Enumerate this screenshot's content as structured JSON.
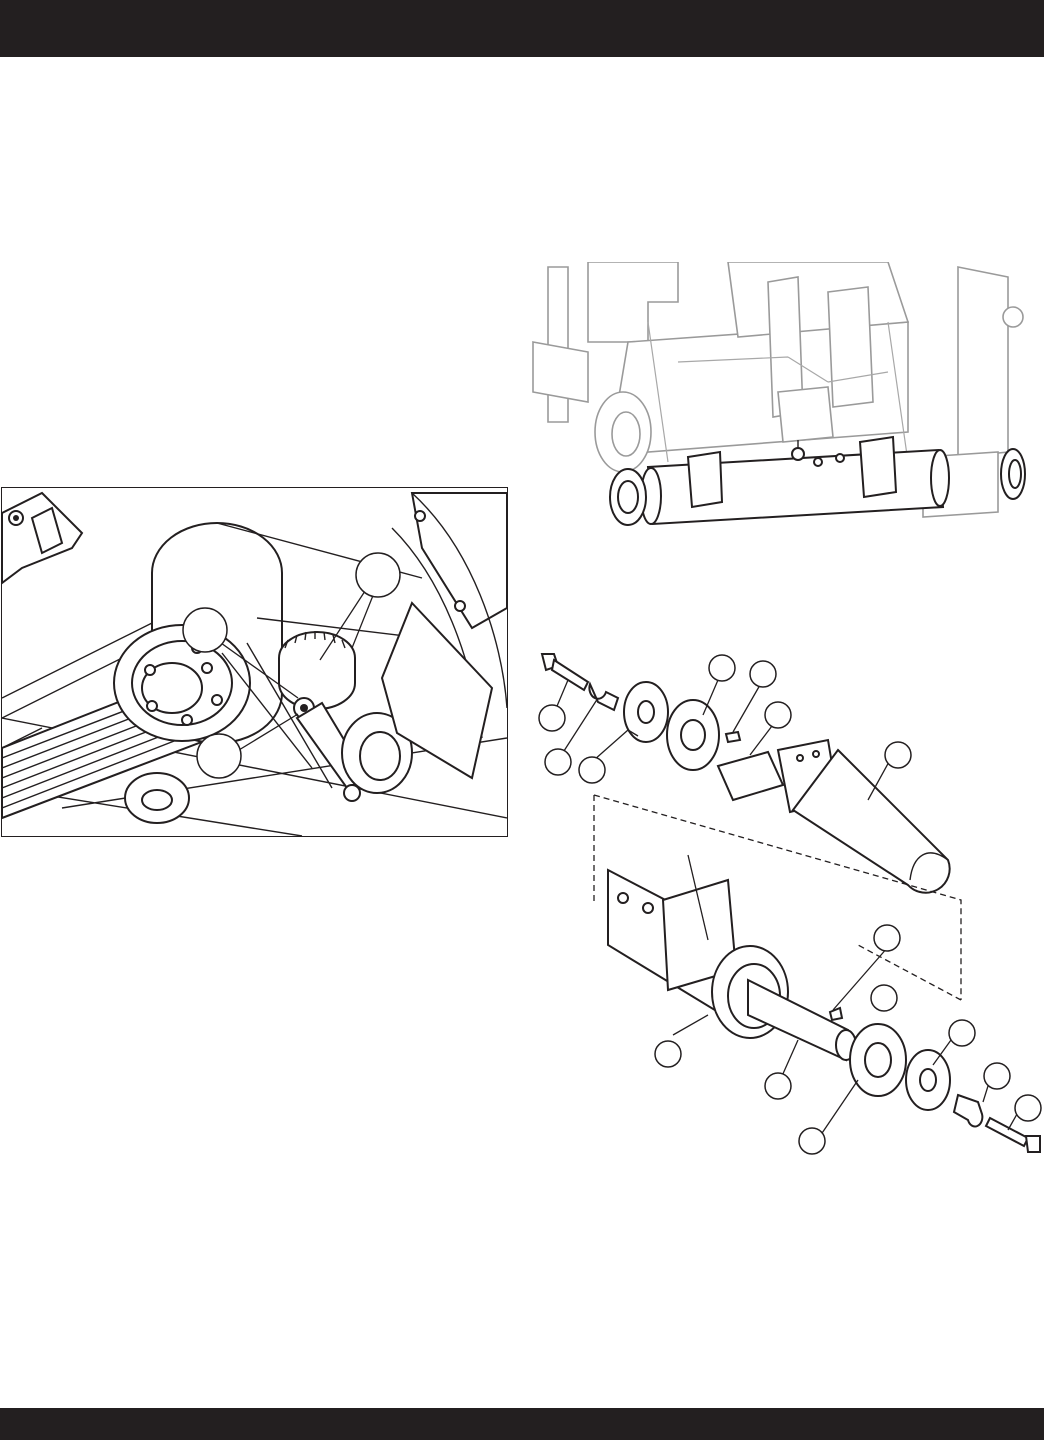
{
  "page": {
    "band_color": "#231f20",
    "background": "#ffffff"
  },
  "figures": {
    "belt_tension": {
      "icon": "belt-pulley-illustration",
      "callout_count": 3
    },
    "drum_mount": {
      "icon": "machine-front-drum-illustration",
      "callout_count": 0
    },
    "drum_exploded": {
      "icon": "drum-exploded-view-illustration",
      "callout_count": 15
    }
  }
}
